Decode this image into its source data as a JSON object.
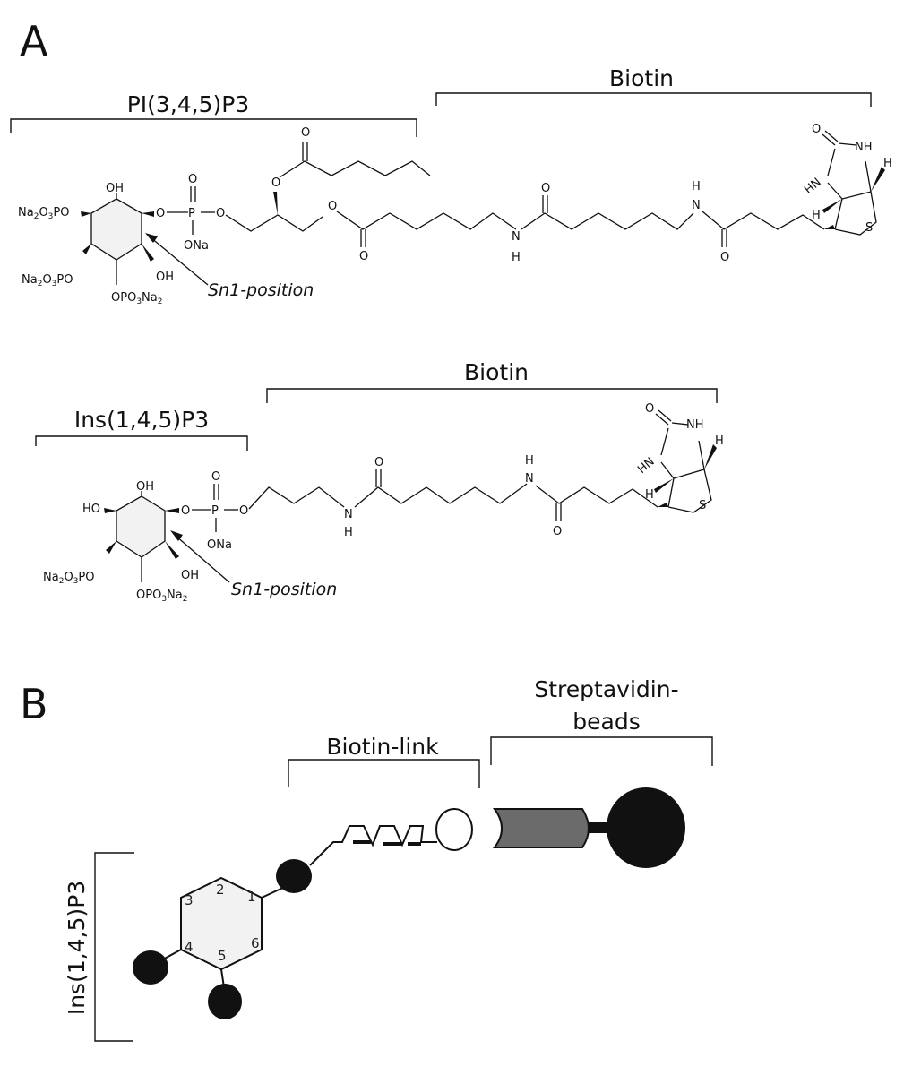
{
  "panels": {
    "a": "A",
    "b": "B"
  },
  "structure_pip3": {
    "head_label": "PI(3,4,5)P3",
    "tail_label": "Biotin",
    "sn1_label": "Sn1-position",
    "atoms": {
      "oh_top": "OH",
      "oh_right": "OH",
      "o_link": "O",
      "p": "P",
      "p_o_top": "O",
      "p_o_bottom": "ONa",
      "o_ester": "O",
      "o_ester2": "O",
      "o_carbonyl1": "O",
      "o_carbonyl2": "O",
      "o_amide1": "O",
      "n_amide1": "N",
      "h_amide1": "H",
      "n_amide2": "N",
      "h_amide2": "H",
      "o_amide2": "O",
      "biotin_o": "O",
      "biotin_nh": "NH",
      "biotin_hn": "HN",
      "biotin_h1": "H",
      "biotin_h2": "H",
      "biotin_s": "S"
    }
  },
  "structure_ip3": {
    "head_label": "Ins(1,4,5)P3",
    "tail_label": "Biotin",
    "sn1_label": "Sn1-position",
    "atoms": {
      "ho": "HO",
      "oh_top": "OH",
      "oh_right": "OH",
      "o_link": "O",
      "p": "P",
      "p_o_top": "O",
      "p_o_bottom": "ONa",
      "o_chain": "O",
      "n_amide1": "N",
      "h_amide1": "H",
      "o_amide1": "O",
      "n_amide2": "N",
      "h_amide2": "H",
      "o_amide2": "O",
      "biotin_o": "O",
      "biotin_nh": "NH",
      "biotin_hn": "HN",
      "biotin_h1": "H",
      "biotin_h2": "H",
      "biotin_s": "S"
    }
  },
  "schematic": {
    "label_ip3": "Ins(1,4,5)P3",
    "label_biotin_link": "Biotin-link",
    "label_strep_line1": "Streptavidin-",
    "label_strep_line2": "beads",
    "ring_positions": [
      "1",
      "2",
      "3",
      "4",
      "5",
      "6"
    ]
  },
  "colors": {
    "ring_fill": "#f2f2f2",
    "phosphate": "#111111",
    "streptavidin": "#6b6b6b",
    "bead": "#111111"
  }
}
